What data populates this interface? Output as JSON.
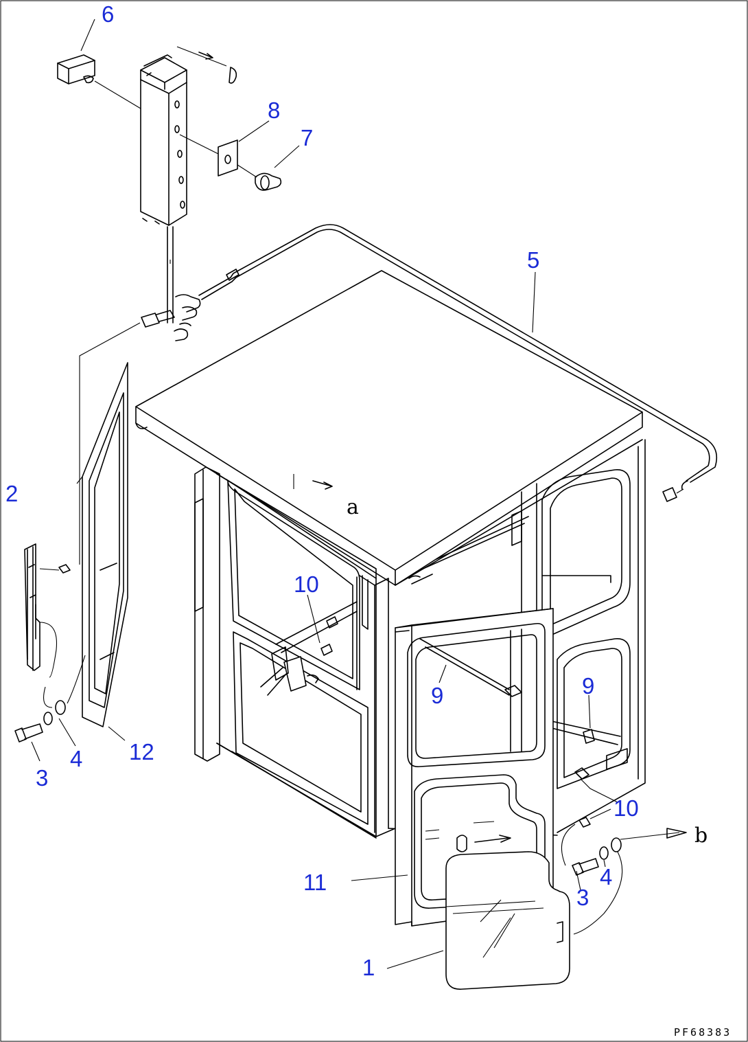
{
  "figure": {
    "code": "PF68383",
    "reference_letters": [
      "a",
      "b"
    ],
    "part_labels": [
      "1",
      "2",
      "3",
      "3",
      "4",
      "4",
      "5",
      "6",
      "7",
      "8",
      "9",
      "9",
      "10",
      "10",
      "11",
      "12"
    ]
  },
  "colors": {
    "label": "#1a2bd6",
    "line": "#000000",
    "background": "#ffffff"
  }
}
